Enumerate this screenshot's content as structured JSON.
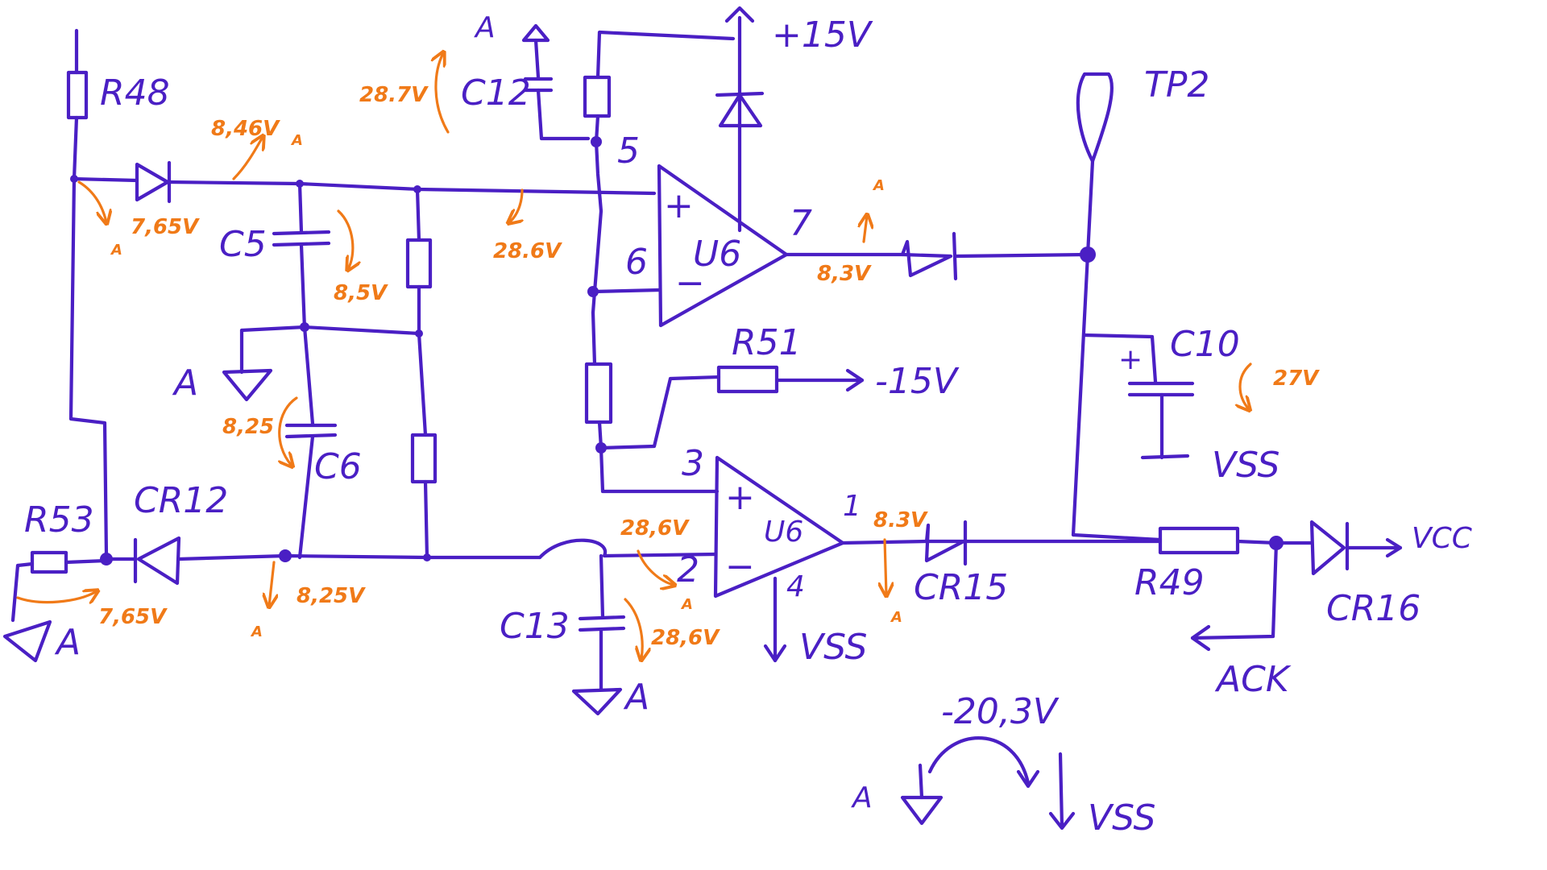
{
  "components": {
    "r48": "R48",
    "r53": "R53",
    "cr12": "CR12",
    "c5": "C5",
    "c6": "C6",
    "c12": "C12",
    "c13": "C13",
    "u6_top": "U6",
    "u6_bottom": "U6",
    "r51": "R51",
    "c10": "C10",
    "tp2": "TP2",
    "cr15": "CR15",
    "r49": "R49",
    "cr16": "CR16"
  },
  "nets": {
    "plus15v": "+15V",
    "minus15v": "-15V",
    "vcc": "VCC",
    "vss_c10": "VSS",
    "vss_u6": "VSS",
    "vss_legend": "VSS",
    "ack": "ACK",
    "gnd_a_label": "A",
    "gnd_a_top": "A",
    "gnd_a_r53": "A",
    "gnd_a_c13": "A",
    "gnd_a_legend": "A"
  },
  "pins": {
    "pin5": "5",
    "pin6": "6",
    "pin7": "7",
    "pin3": "3",
    "pin2": "2",
    "pin1": "1",
    "pin4": "4",
    "plus_top": "+",
    "minus_top": "−",
    "plus_bottom": "+",
    "minus_bottom": "−",
    "c10_plus": "+"
  },
  "annotations": {
    "v_846": "8,46V",
    "v_765_top": "7,65V",
    "v_287": "28.7V",
    "v_286_top": "28.6V",
    "v_85": "8,5V",
    "v_825_c6": "8,25",
    "v_825_bottom": "8,25V",
    "v_765_bottom": "7,65V",
    "v_83_top": "8,3V",
    "v_286_mid": "28,6V",
    "v_83_bottom": "8.3V",
    "v_286_c13": "28,6V",
    "v_27": "27V",
    "sub_a": "A",
    "legend_value": "-20,3V"
  },
  "colors": {
    "wire": "#4a1fc4",
    "annotation": "#f07a18",
    "background": "#ffffff"
  }
}
